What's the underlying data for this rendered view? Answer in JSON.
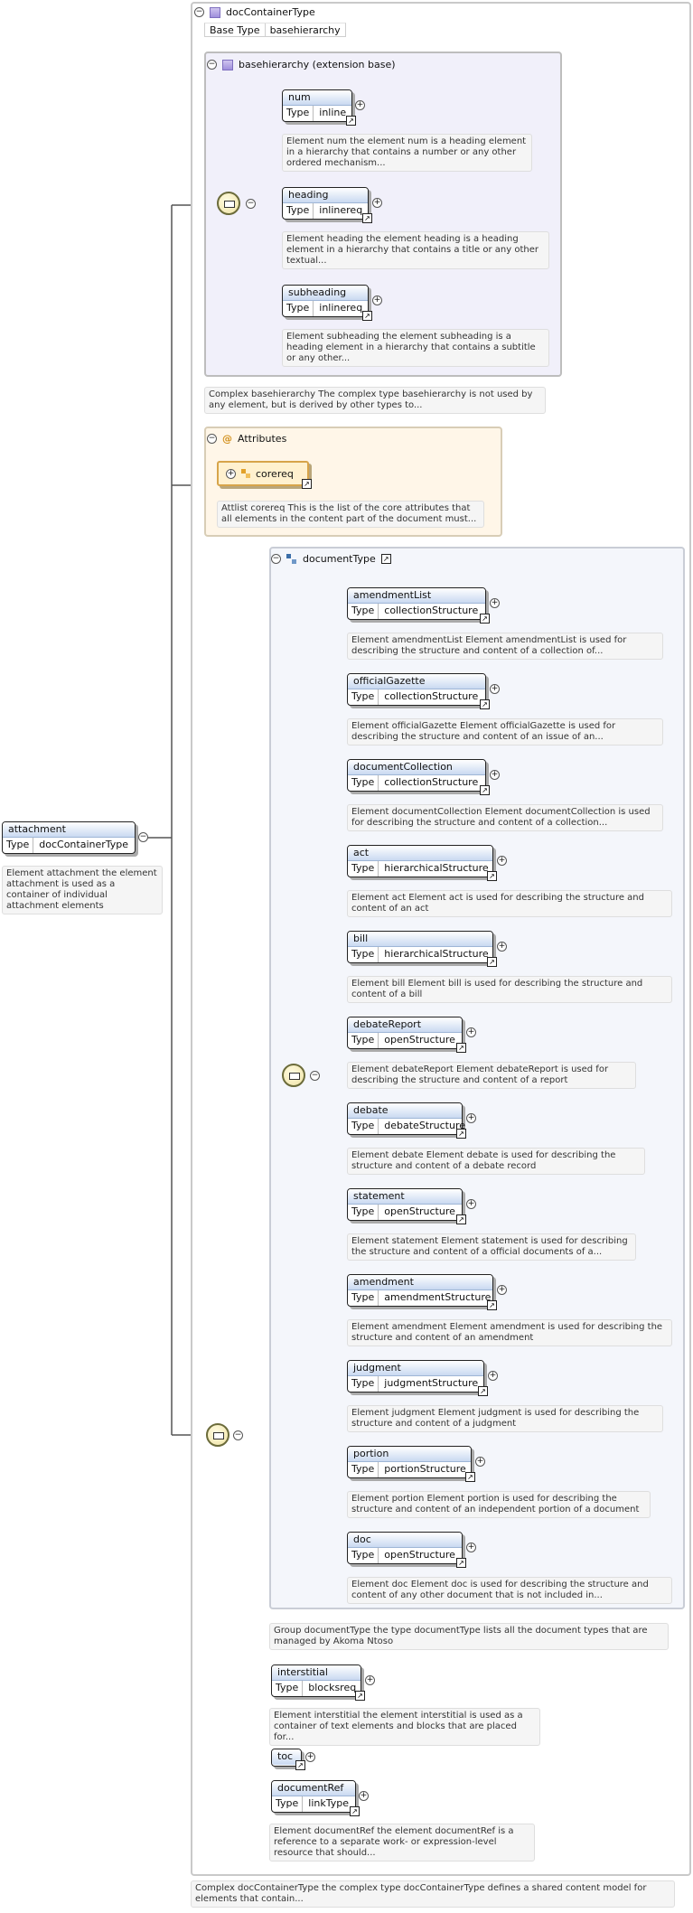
{
  "colors": {
    "line": "#555555",
    "element_header": "#c9d9f1",
    "complex_type_icon": "#9f8fdc",
    "attributes_accent": "#e2a12a",
    "documentation_bg": "#f5f5f5"
  },
  "root": {
    "name": "attachment",
    "type_label": "Type",
    "type": "docContainerType",
    "doc": "Element attachment the element attachment is used as a container of individual attachment elements"
  },
  "container": {
    "title": "docContainerType",
    "base_type_label": "Base Type",
    "base_type": "basehierarchy",
    "doc": "Complex docContainerType the complex type docContainerType defines a shared content model for elements that contain..."
  },
  "basehierarchy": {
    "title": "basehierarchy (extension base)",
    "doc": "Complex basehierarchy The complex type basehierarchy is not used by any element, but is derived by other types to...",
    "elements": [
      {
        "name": "num",
        "type": "inline",
        "doc": "Element num the element num is a heading element in a hierarchy that contains a number or any other ordered mechanism..."
      },
      {
        "name": "heading",
        "type": "inlinereq",
        "doc": "Element heading the element heading is a heading element in a hierarchy that contains a title or any other textual..."
      },
      {
        "name": "subheading",
        "type": "inlinereq",
        "doc": "Element subheading the element subheading is a heading element in a hierarchy that contains a subtitle or any other..."
      }
    ]
  },
  "attributes": {
    "title": "Attributes",
    "group": "corereq",
    "doc": "Attlist corereq This is the list of the core attributes that all elements in the content part of the document must..."
  },
  "document_type": {
    "title": "documentType",
    "doc": "Group documentType the type documentType lists all the document types that are managed by Akoma Ntoso",
    "elements": [
      {
        "name": "amendmentList",
        "type": "collectionStructure",
        "doc": "Element amendmentList Element amendmentList is used for describing the structure and content of a collection of..."
      },
      {
        "name": "officialGazette",
        "type": "collectionStructure",
        "doc": "Element officialGazette Element officialGazette is used for describing the structure and content of an issue of an..."
      },
      {
        "name": "documentCollection",
        "type": "collectionStructure",
        "doc": "Element documentCollection Element documentCollection is used for describing the structure and content of a collection..."
      },
      {
        "name": "act",
        "type": "hierarchicalStructure",
        "doc": "Element act Element act is used for describing the structure and content of an act"
      },
      {
        "name": "bill",
        "type": "hierarchicalStructure",
        "doc": "Element bill Element bill is used for describing the structure and content of a bill"
      },
      {
        "name": "debateReport",
        "type": "openStructure",
        "doc": "Element debateReport Element debateReport is used for describing the structure and content of a report"
      },
      {
        "name": "debate",
        "type": "debateStructure",
        "doc": "Element debate Element debate is used for describing the structure and content of a debate record"
      },
      {
        "name": "statement",
        "type": "openStructure",
        "doc": "Element statement Element statement is used for describing the structure and content of a official documents of a..."
      },
      {
        "name": "amendment",
        "type": "amendmentStructure",
        "doc": "Element amendment Element amendment is used for describing the structure and content of an amendment"
      },
      {
        "name": "judgment",
        "type": "judgmentStructure",
        "doc": "Element judgment Element judgment is used for describing the structure and content of a judgment"
      },
      {
        "name": "portion",
        "type": "portionStructure",
        "doc": "Element portion Element portion is used for describing the structure and content of an independent portion of a document"
      },
      {
        "name": "doc",
        "type": "openStructure",
        "doc": "Element doc Element doc is used for describing the structure and content of any other document that is not included in..."
      }
    ]
  },
  "extra_elements": [
    {
      "name": "interstitial",
      "type": "blocksreq",
      "doc": "Element interstitial the element interstitial is used as a container of text elements and blocks that are placed for..."
    },
    {
      "name": "toc",
      "type": "",
      "doc": ""
    },
    {
      "name": "documentRef",
      "type": "linkType",
      "doc": "Element documentRef the element documentRef is a reference to a separate work- or expression-level resource that should..."
    }
  ],
  "labels": {
    "type": "Type"
  },
  "icons": {
    "collapse": "collapse-icon",
    "expand": "expand-icon",
    "reference": "reference-arrow-icon",
    "sequence": "sequence-compositor-icon",
    "choice": "choice-compositor-icon"
  }
}
